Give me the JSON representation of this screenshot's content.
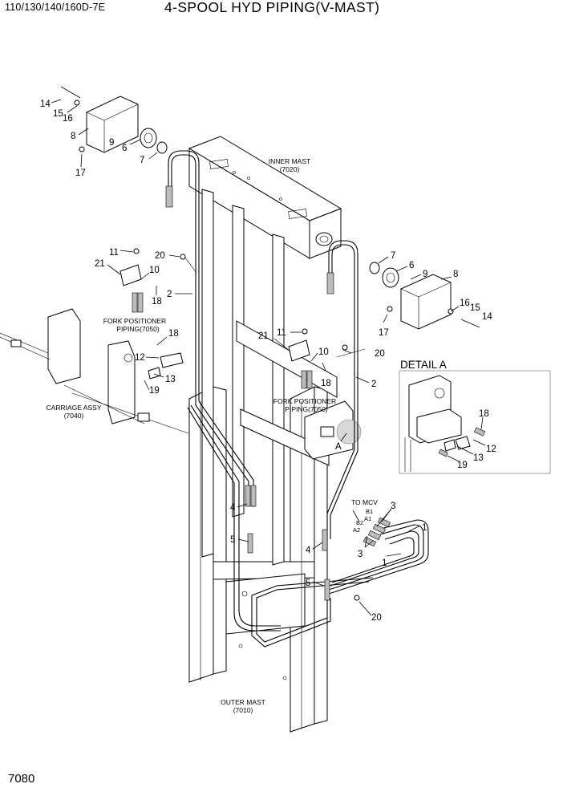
{
  "header": {
    "model": "110/130/140/160D-7E",
    "title": "4-SPOOL HYD PIPING(V-MAST)"
  },
  "page_number": "7080",
  "assemblies": {
    "inner_mast": {
      "name": "INNER MAST",
      "code": "(7020)"
    },
    "outer_mast": {
      "name": "OUTER MAST",
      "code": "(7010)"
    },
    "carriage": {
      "name": "CARRIAGE ASSY",
      "code": "(7040)"
    },
    "fork_positioner_left": {
      "line1": "FORK POSITIONER",
      "line2": "PIPING(7050)"
    },
    "fork_positioner_right": {
      "line1": "FORK POSITIONER",
      "line2": "PIPING(7050)"
    }
  },
  "to_mcv": {
    "label": "TO MCV",
    "ports": [
      "B1",
      "A1",
      "B2",
      "A2"
    ]
  },
  "detail": {
    "title": "DETAIL A",
    "marker": "A"
  },
  "callouts": {
    "c14a": "14",
    "c15a": "15",
    "c16a": "16",
    "c8a": "8",
    "c9a": "9",
    "c6a": "6",
    "c7a": "7",
    "c17a": "17",
    "c11a": "11",
    "c20a": "20",
    "c21a": "21",
    "c10a": "10",
    "c18a": "18",
    "c2a": "2",
    "c18b": "18",
    "c12a": "12",
    "c13a": "13",
    "c19a": "19",
    "c7b": "7",
    "c6b": "6",
    "c9b": "9",
    "c8b": "8",
    "c16b": "16",
    "c15b": "15",
    "c14b": "14",
    "c17b": "17",
    "c11b": "11",
    "c21b": "21",
    "c10b": "10",
    "c20b": "20",
    "c18c": "18",
    "c2b": "2",
    "c4a": "4",
    "c5a": "5",
    "c3a": "3",
    "c1a": "1",
    "c3b": "3",
    "c1b": "1",
    "c4b": "4",
    "c5b": "5",
    "c20c": "20",
    "c18d": "18",
    "c12b": "12",
    "c13b": "13",
    "c19b": "19"
  }
}
